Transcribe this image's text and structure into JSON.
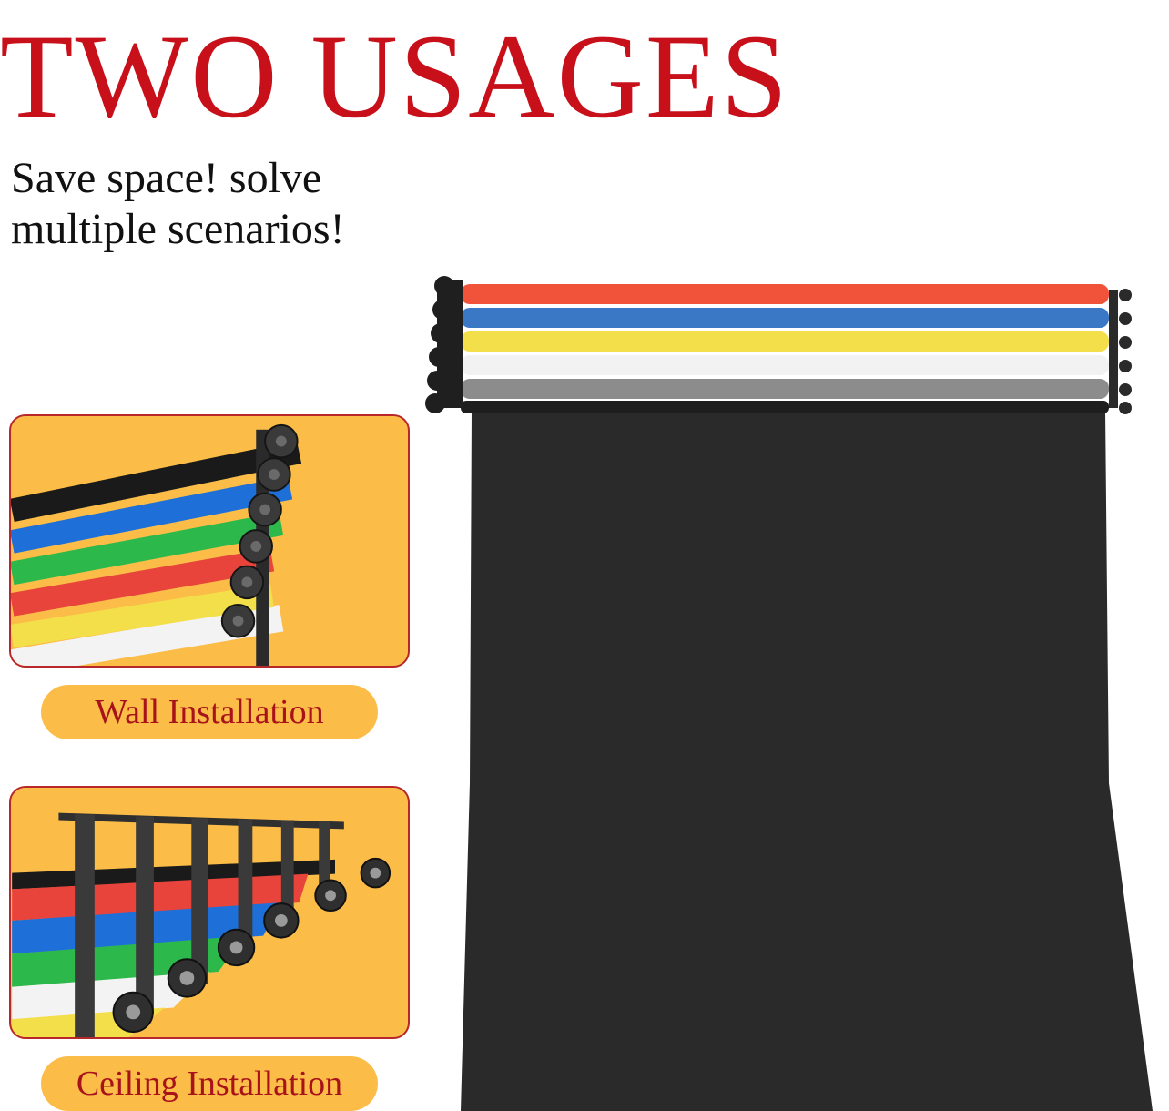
{
  "headline": "TWO USAGES",
  "subheadline": {
    "line1": "Save space! solve",
    "line2": "multiple scenarios!"
  },
  "installations": [
    {
      "label": "Wall Installation"
    },
    {
      "label": "Ceiling Installation"
    }
  ],
  "colors": {
    "headline": "#c8101b",
    "panel_background": "#fbbd48",
    "panel_border": "#b8282a",
    "label_text": "#a8121a",
    "backdrop": "#2a2a2a"
  },
  "roll_colors": [
    "#f0533a",
    "#3a78c6",
    "#f3df4a",
    "#f2f2f2",
    "#8c8c8c",
    "#2b2b2b"
  ],
  "icons": [
    "roller-bracket-icon",
    "ceiling-mount-icon",
    "backdrop-paper-icon"
  ]
}
